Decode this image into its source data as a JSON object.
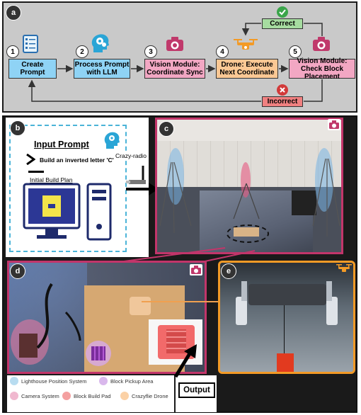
{
  "panel_a": {
    "badge": "a",
    "steps": [
      {
        "num": "1",
        "label": "Create Prompt"
      },
      {
        "num": "2",
        "label": "Process Prompt with LLM"
      },
      {
        "num": "3",
        "label": "Vision Module: Coordinate Sync"
      },
      {
        "num": "4",
        "label": "Drone: Execute Next Coordinate"
      },
      {
        "num": "5",
        "label": "Vision Module: Check Block Placement"
      }
    ],
    "correct_label": "Correct",
    "incorrect_label": "Incorrect",
    "colors": {
      "blue": "#8fd3f5",
      "pink": "#f2a7c3",
      "orange": "#fbc894",
      "green": "#a6dca0",
      "red": "#f08080"
    }
  },
  "panel_b": {
    "badge": "b",
    "title": "Input Prompt",
    "prompt_text": "Build an inverted letter 'C'",
    "build_plan_label": "Initial Build Plan",
    "radio_label": "Crazy-radio"
  },
  "panel_c": {
    "badge": "c"
  },
  "panel_d": {
    "badge": "d"
  },
  "panel_e": {
    "badge": "e"
  },
  "output_label": "Output",
  "legend": [
    {
      "label": "Lighthouse Position System",
      "color": "#b8dcf0"
    },
    {
      "label": "Block Pickup Area",
      "color": "#d9b8ec"
    },
    {
      "label": "Camera System",
      "color": "#f0b8cf"
    },
    {
      "label": "Block Build Pad",
      "color": "#f4a0a0"
    },
    {
      "label": "Crazyflie Drone",
      "color": "#fbd1a6"
    }
  ]
}
